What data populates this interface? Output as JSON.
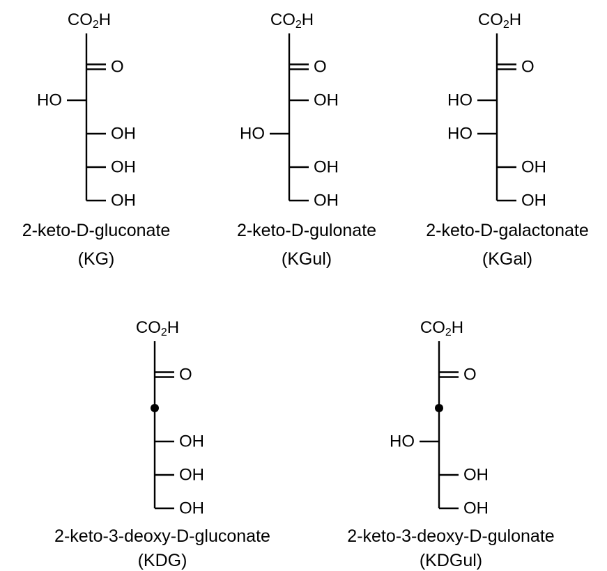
{
  "labels": {
    "carboxyl_prefix": "CO",
    "carboxyl_sub": "2",
    "carboxyl_suffix": "H",
    "keto": "O",
    "hydroxyl_right": "OH",
    "hydroxyl_left": "HO"
  },
  "structures": [
    {
      "id": "kg",
      "name": "2-keto-D-gluconate",
      "abbr": "(KG)",
      "chain": [
        "keto",
        "L",
        "R",
        "R",
        "CH2OH"
      ]
    },
    {
      "id": "kgul",
      "name": "2-keto-D-gulonate",
      "abbr": "(KGul)",
      "chain": [
        "keto",
        "R",
        "L",
        "R",
        "CH2OH"
      ]
    },
    {
      "id": "kgal",
      "name": "2-keto-D-galactonate",
      "abbr": "(KGal)",
      "chain": [
        "keto",
        "L",
        "L",
        "R",
        "CH2OH"
      ]
    },
    {
      "id": "kdg",
      "name": "2-keto-3-deoxy-D-gluconate",
      "abbr": "(KDG)",
      "chain": [
        "keto",
        "deoxy",
        "R",
        "R",
        "CH2OH"
      ]
    },
    {
      "id": "kdgul",
      "name": "2-keto-3-deoxy-D-gulonate",
      "abbr": "(KDGul)",
      "chain": [
        "keto",
        "deoxy",
        "L",
        "R",
        "CH2OH"
      ]
    }
  ]
}
